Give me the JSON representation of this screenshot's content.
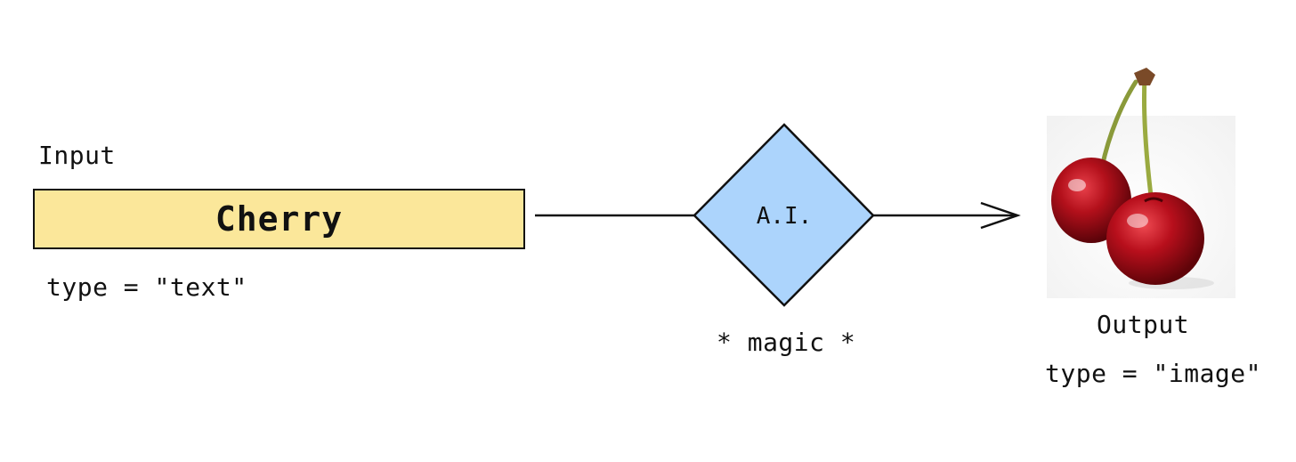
{
  "input": {
    "label": "Input",
    "value": "Cherry",
    "type_text": "type = \"text\""
  },
  "process": {
    "label": "A.I.",
    "caption": "* magic *"
  },
  "output": {
    "label": "Output",
    "type_text": "type = \"image\"",
    "image": "cherries-photo"
  },
  "colors": {
    "input_box_fill": "#fbe79a",
    "diamond_fill": "#acd4fc",
    "stroke": "#111111",
    "cherry_red": "#b3101b"
  }
}
